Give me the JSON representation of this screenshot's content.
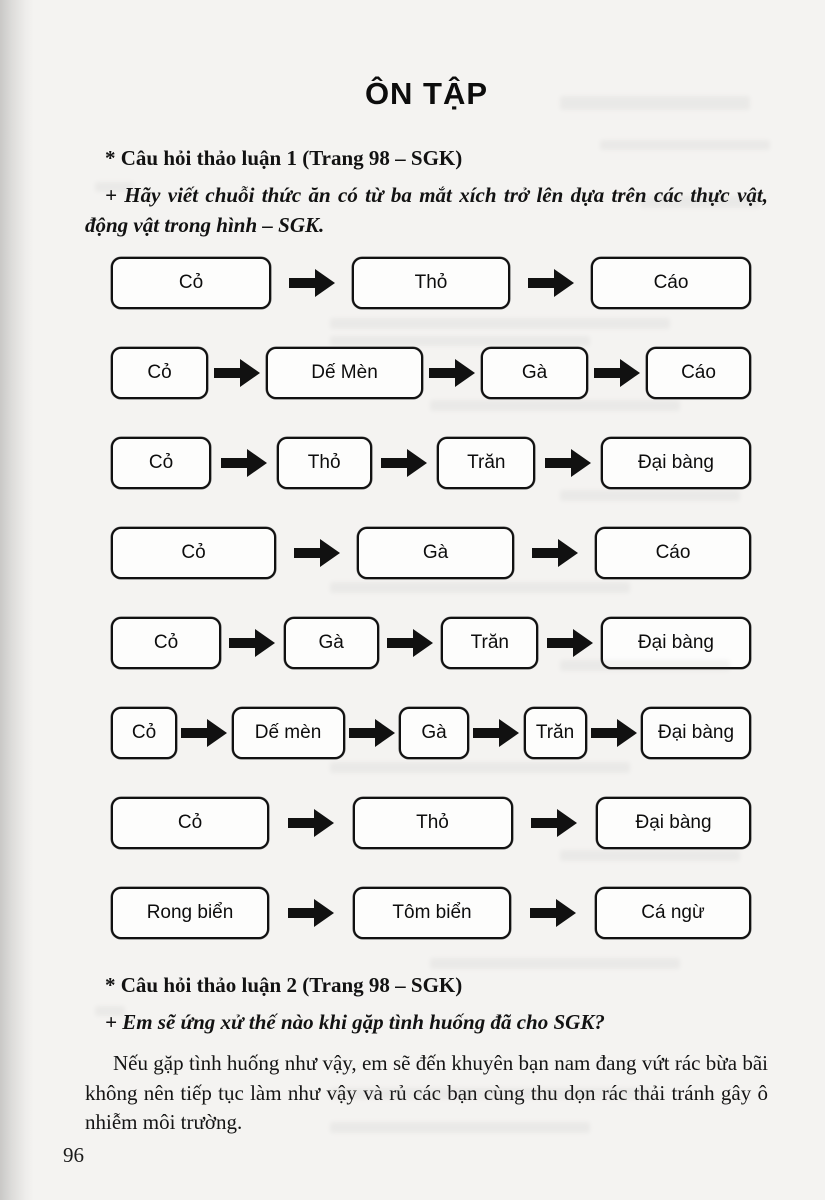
{
  "page": {
    "title": "ÔN TẬP",
    "page_number": "96"
  },
  "section1": {
    "heading": "* Câu hỏi thảo luận 1 (Trang 98 – SGK)",
    "prompt": "+ Hãy viết chuỗi thức ăn có từ ba mắt xích trở lên dựa trên các thực vật, động vật trong hình – SGK."
  },
  "food_chains": [
    {
      "items": [
        "Cỏ",
        "Thỏ",
        "Cáo"
      ]
    },
    {
      "items": [
        "Cỏ",
        "Dế Mèn",
        "Gà",
        "Cáo"
      ]
    },
    {
      "items": [
        "Cỏ",
        "Thỏ",
        "Trăn",
        "Đại bàng"
      ]
    },
    {
      "items": [
        "Cỏ",
        "Gà",
        "Cáo"
      ]
    },
    {
      "items": [
        "Cỏ",
        "Gà",
        "Trăn",
        "Đại bàng"
      ]
    },
    {
      "items": [
        "Cỏ",
        "Dế mèn",
        "Gà",
        "Trăn",
        "Đại bàng"
      ]
    },
    {
      "items": [
        "Cỏ",
        "Thỏ",
        "Đại bàng"
      ]
    },
    {
      "items": [
        "Rong biển",
        "Tôm biển",
        "Cá ngừ"
      ]
    }
  ],
  "section2": {
    "heading": "* Câu hỏi thảo luận 2 (Trang 98 – SGK)",
    "prompt": "+ Em sẽ ứng xử thế nào khi gặp tình huống đã cho SGK?",
    "answer": "Nếu gặp tình huống như vậy, em sẽ đến khuyên bạn nam đang vứt rác bừa bãi không nên tiếp tục làm như vậy và rủ các bạn cùng thu dọn rác thải tránh gây ô nhiễm môi trường."
  },
  "icons": {
    "chain_arrow": "arrow-right-icon"
  },
  "colors": {
    "paper": "#f4f3f1",
    "ink": "#161616",
    "box_background": "#fdfdfc",
    "box_border": "#111111",
    "arrow": "#111111"
  }
}
